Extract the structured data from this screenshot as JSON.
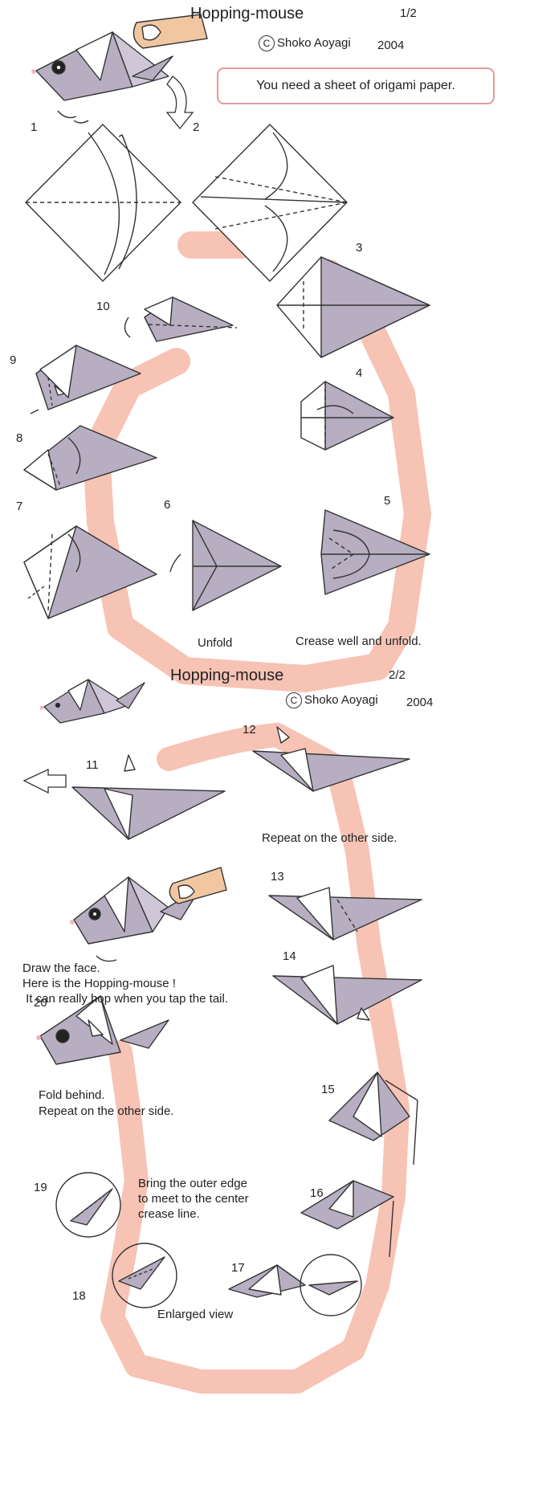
{
  "colors": {
    "paper": "#b7aec2",
    "paper_dark": "#8f86a0",
    "path": "#f6c3b5",
    "white": "#ffffff",
    "pink_nose": "#f2b6c4",
    "finger": "#f1c7a2"
  },
  "sheet1": {
    "title": "Hopping-mouse",
    "page": "1/2",
    "copyright": "Shoko Aoyagi",
    "year": "2004",
    "notice": "You need a sheet of origami paper.",
    "steps": [
      "1",
      "2",
      "3",
      "4",
      "5",
      "6",
      "7",
      "8",
      "9",
      "10"
    ],
    "captions": {
      "unfold": "Unfold",
      "crease": "Crease well and unfold."
    }
  },
  "sheet2": {
    "title": "Hopping-mouse",
    "page": "2/2",
    "copyright": "Shoko Aoyagi",
    "year": "2004",
    "steps": [
      "11",
      "12",
      "13",
      "14",
      "15",
      "16",
      "17",
      "18",
      "19",
      "20"
    ],
    "captions": {
      "repeat": "Repeat on the other side.",
      "face1": "Draw the face.",
      "face2": "Here is the Hopping-mouse !",
      "face3": " It can really hop when you tap the tail.",
      "fold1": "Fold behind.",
      "fold2": "Repeat on the other side.",
      "bring1": "Bring the outer edge",
      "bring2": "to meet to the center",
      "bring3": "crease line.",
      "enlarged": "Enlarged view"
    }
  },
  "icons": [
    "finger-icon",
    "fold-arrow-icon",
    "turn-over-arrow-icon",
    "copyright-icon"
  ]
}
